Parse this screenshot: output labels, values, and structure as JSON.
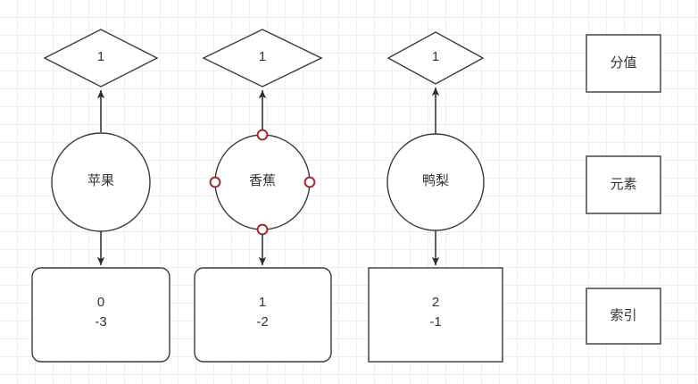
{
  "canvas": {
    "background": "#ffffff",
    "grid_minor_color": "#f0f0f0",
    "grid_major_color": "#e4e4e4",
    "grid_minor_size": 20,
    "grid_major_size": 100
  },
  "style": {
    "shape_stroke": "#3a3a3a",
    "shape_fill": "#ffffff",
    "text_color": "#333333",
    "edge_color": "#2b2b2b",
    "handle_stroke": "#a02c2c",
    "handle_fill": "#ffffff"
  },
  "columns": [
    {
      "id": "column-apple",
      "score": "1",
      "element": "苹果",
      "index_line1": "0",
      "index_line2": "-3",
      "selected": false
    },
    {
      "id": "column-banana",
      "score": "1",
      "element": "香蕉",
      "index_line1": "1",
      "index_line2": "-2",
      "selected": true
    },
    {
      "id": "column-pear",
      "score": "1",
      "element": "鸭梨",
      "index_line1": "2",
      "index_line2": "-1",
      "selected": false
    }
  ],
  "legend": {
    "items": [
      {
        "id": "legend-score",
        "label": "分值"
      },
      {
        "id": "legend-element",
        "label": "元素"
      },
      {
        "id": "legend-index",
        "label": "索引"
      }
    ]
  }
}
